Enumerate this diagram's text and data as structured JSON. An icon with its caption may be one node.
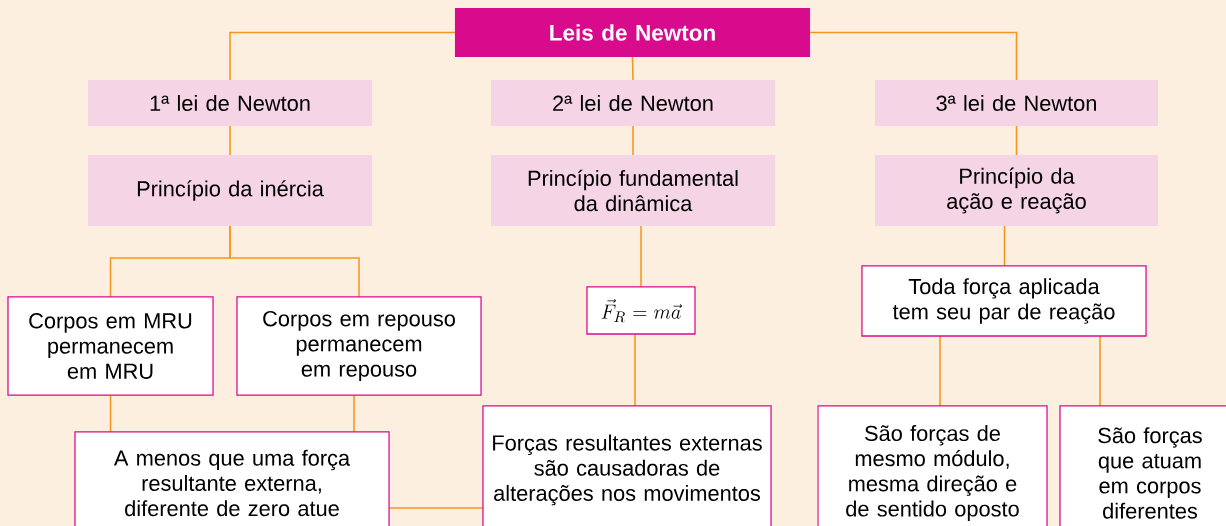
{
  "diagram": {
    "nodes": [
      {
        "text": [
          "Leis de Newton"
        ]
      },
      {
        "text": [
          "1ª lei de Newton"
        ]
      },
      {
        "text": [
          "2ª lei de Newton"
        ]
      },
      {
        "text": [
          "3ª lei de Newton"
        ]
      },
      {
        "text": [
          "Princípio da inércia"
        ]
      },
      {
        "text": [
          "Princípio fundamental da dinâmica"
        ]
      },
      {
        "text": [
          "Princípio da ação e reação"
        ]
      },
      {
        "text": [
          "Corpos em MRU permanecem em MRU"
        ]
      },
      {
        "text": [
          "Corpos em repouso permanecem em repouso"
        ]
      },
      {
        "text": [
          "\\vec{F}_{R} = m\\vec{a}"
        ]
      },
      {
        "text": [
          "Toda força aplicada tem seu par de reação"
        ]
      },
      {
        "text": [
          "A menos que uma força resultante externa, diferente de zero atue"
        ]
      },
      {
        "text": [
          "Forças resultantes externas são causadoras de alterações nos movimentos"
        ]
      },
      {
        "text": [
          "São forças de mesmo módulo, mesma direção e de sentido oposto"
        ]
      },
      {
        "text": [
          "São forças que atuam em corpos diferentes"
        ]
      }
    ],
    "edges": [
      {
        "from": 0,
        "to": 1,
        "arrow": "none"
      },
      {
        "from": 0,
        "to": 2,
        "arrow": "none"
      },
      {
        "from": 0,
        "to": 3,
        "arrow": "none"
      },
      {
        "from": 1,
        "to": 4,
        "arrow": "none"
      },
      {
        "from": 2,
        "to": 5,
        "arrow": "none"
      },
      {
        "from": 3,
        "to": 6,
        "arrow": "none"
      },
      {
        "from": 4,
        "to": 7,
        "arrow": "none"
      },
      {
        "from": 4,
        "to": 8,
        "arrow": "none"
      },
      {
        "from": 5,
        "to": 9,
        "arrow": "none"
      },
      {
        "from": 6,
        "to": 10,
        "arrow": "none"
      },
      {
        "from": 7,
        "to": 11,
        "arrow": "none"
      },
      {
        "from": 8,
        "to": 11,
        "arrow": "none"
      },
      {
        "from": 9,
        "to": 12,
        "arrow": "none"
      },
      {
        "from": 11,
        "to": 12,
        "arrow": "none"
      },
      {
        "from": 10,
        "to": 13,
        "arrow": "none"
      },
      {
        "from": 10,
        "to": 14,
        "arrow": "none"
      }
    ]
  }
}
